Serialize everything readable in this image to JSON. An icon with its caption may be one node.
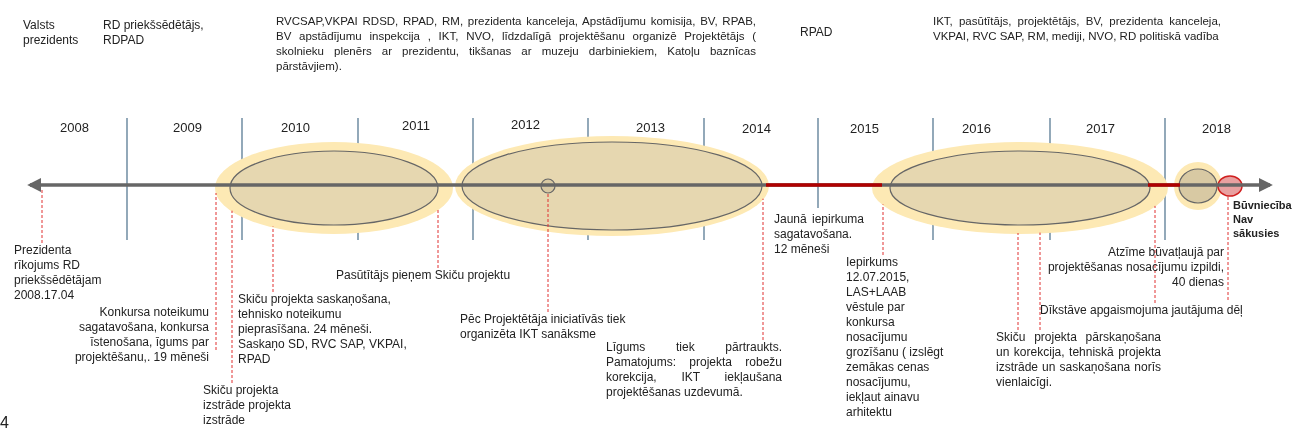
{
  "diagram": {
    "nodes": [
      {
        "text": [
          "Prezidenta rīkojums RD priekšsēdētājam 2008.17.04"
        ]
      },
      {
        "text": [
          "Konkursa noteikumu sagatavošana, konkursa īstenošana, īgums par projektēšanu,. 19 mēneši"
        ]
      },
      {
        "text": [
          "Skiču projekta izstrāde projekta izstrāde"
        ]
      },
      {
        "text": [
          "Skiču projekta saskaņošana, tehnisko noteikumu pieprasīšana. 24 mēneši. Saskaņo SD, RVC SAP, VKPAI, RPAD"
        ]
      },
      {
        "text": [
          "Pasūtītājs pieņem Skiču projektu"
        ]
      },
      {
        "text": [
          "Pēc Projektētāja iniciatīvās tiek organizēta IKT sanāksme"
        ]
      },
      {
        "text": [
          "Līgums tiek pārtraukts. Pamatojums: projekta robežu korekcija, IKT iekļaušana projektēšanas uzdevumā."
        ]
      },
      {
        "text": [
          "Iepirkums 12.07.2015, LAS+LAAB vēstule par konkursa nosacījumu grozīšanu ( izslēgt zemākas cenas nosacījumu, iekļaut ainavu arhitektu"
        ]
      },
      {
        "text": [
          "Skiču projekta pārskaņošana un korekcija, tehniskā projekta izstrāde un saskaņošana norīs vienlaicīgi."
        ]
      },
      {
        "text": [
          "Atzīme būvatļaujā par projektēšanas nosacījumu izpildi, 40 dienas"
        ]
      },
      {
        "text": [
          "Dīkstāve apgaismojuma jautājuma dēļ"
        ]
      },
      {
        "text": [],
        "shape": "ellipse"
      },
      {
        "text": [],
        "shape": "ellipse"
      },
      {
        "text": [],
        "shape": "circle",
        "in": 12
      },
      {
        "text": [],
        "shape": "ellipse"
      },
      {
        "text": [],
        "shape": "circle"
      },
      {
        "text": [],
        "shape": "circle"
      }
    ],
    "edges": [
      {
        "from": 0,
        "to": null,
        "arrow": "none",
        "style": "dashed"
      },
      {
        "from": 1,
        "to": 11,
        "arrow": "none",
        "style": "dashed"
      },
      {
        "from": 2,
        "to": 11,
        "arrow": "none",
        "style": "dashed"
      },
      {
        "from": 3,
        "to": 11,
        "arrow": "none",
        "style": "dashed"
      },
      {
        "from": 4,
        "to": 11,
        "arrow": "none",
        "style": "dashed"
      },
      {
        "from": 5,
        "to": 13,
        "arrow": "none",
        "style": "dashed"
      },
      {
        "from": 6,
        "to": 12,
        "arrow": "none",
        "style": "dashed"
      },
      {
        "from": 7,
        "to": 14,
        "arrow": "none",
        "style": "dashed"
      },
      {
        "from": 8,
        "to": 14,
        "arrow": "none",
        "style": "dashed"
      },
      {
        "from": 8,
        "to": 14,
        "arrow": "none",
        "style": "dashed"
      },
      {
        "from": 9,
        "to": 16,
        "arrow": "none",
        "style": "dashed"
      },
      {
        "from": 10,
        "to": 14,
        "arrow": "none",
        "style": "dashed"
      }
    ],
    "labels": [
      "Valsts prezidents",
      "RD priekšsēdētājs, RDPAD",
      "RVCSAP,VKPAI RDSD, RPAD, RM, prezidenta kanceleja, Apstādījumu komisija, BV, RPAB, BV apstādījumu inspekcija , IKT, NVO, līdzdalīgā projektēšanu organizē Projektētājs ( skolnieku plenērs ar prezidentu, tikšanas ar muzeju darbiniekiem, Katoļu baznīcas pārstāvjiem).",
      "RPAD",
      "IKT, pasūtītājs, projektētājs, BV, prezidenta kanceleja, VKPAI, RVC SAP, RM, mediji, NVO, RD politiskā vadība",
      "2008",
      "2009",
      "2010",
      "2011",
      "2012",
      "2013",
      "2014",
      "2015",
      "2016",
      "2017",
      "2018",
      "Jaunā iepirkuma sagatavošana. 12 mēneši",
      "Būvniecība Nav sākusies",
      "4"
    ]
  }
}
